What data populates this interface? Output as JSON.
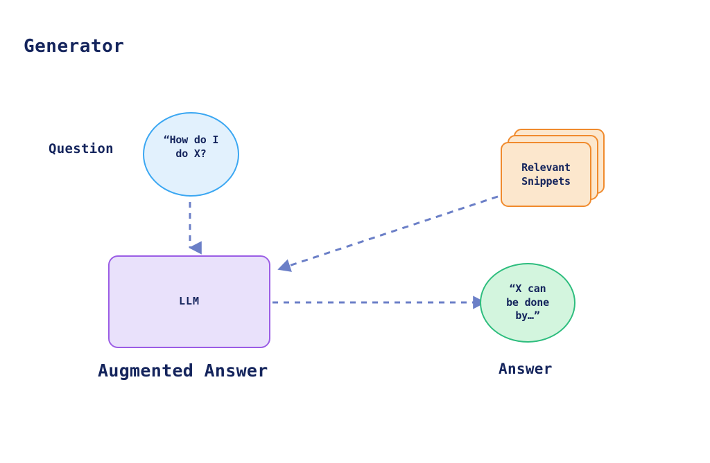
{
  "diagram": {
    "title": "Generator",
    "background_color": "#ffffff",
    "text_color": "#14245c",
    "arrow_color": "#6b7fc7"
  },
  "nodes": {
    "question": {
      "label": "Question",
      "text": "“How do I\ndo X?",
      "text_line1": "“How do I",
      "text_line2": "do X?",
      "shape": "circle",
      "fill": "#e2f1fd",
      "stroke": "#3ba7f2"
    },
    "snippets": {
      "text_line1": "Relevant",
      "text_line2": "Snippets",
      "shape": "stacked-cards",
      "card_count": 3,
      "fill": "#fce7cd",
      "stroke": "#f08a2c"
    },
    "llm": {
      "text": "LLM",
      "label": "Augmented Answer",
      "shape": "rounded-rectangle",
      "fill": "#e9e1fb",
      "stroke": "#9b5de5"
    },
    "answer": {
      "label": "Answer",
      "text_line1": "“X can",
      "text_line2": "be done",
      "text_line3": "by…”",
      "shape": "circle",
      "fill": "#d3f5de",
      "stroke": "#2ebd7e"
    }
  },
  "edges": [
    {
      "name": "question-to-llm",
      "from": "question",
      "to": "llm",
      "style": "dashed",
      "direction": "down"
    },
    {
      "name": "snippets-to-llm",
      "from": "snippets",
      "to": "llm",
      "style": "dashed",
      "direction": "left"
    },
    {
      "name": "llm-to-answer",
      "from": "llm",
      "to": "answer",
      "style": "dashed",
      "direction": "right"
    }
  ]
}
